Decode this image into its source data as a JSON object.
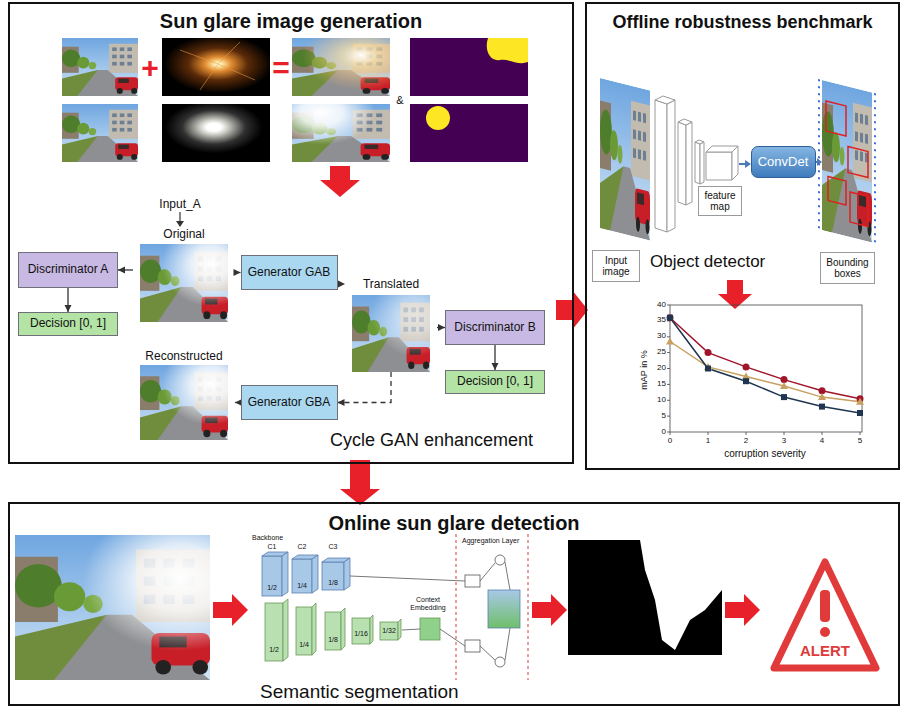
{
  "diagram": {
    "nodes": [
      {
        "text": [
          "Sun glare image generation",
          "Cycle GAN enhancement"
        ]
      },
      {
        "text": [
          "Discriminator A"
        ],
        "in": 0
      },
      {
        "text": [
          "Decision [0, 1]"
        ],
        "in": 0
      },
      {
        "text": [
          "Original"
        ],
        "in": 0
      },
      {
        "text": [
          "Generator GAB"
        ],
        "in": 0
      },
      {
        "text": [
          "Translated"
        ],
        "in": 0
      },
      {
        "text": [
          "Discriminator B"
        ],
        "in": 0
      },
      {
        "text": [
          "Decision [0, 1]"
        ],
        "in": 0
      },
      {
        "text": [
          "Reconstructed"
        ],
        "in": 0
      },
      {
        "text": [
          "Generator GBA"
        ],
        "in": 0
      },
      {
        "text": [
          "Offline robustness benchmark"
        ]
      },
      {
        "text": [
          "feature map"
        ],
        "in": 10
      },
      {
        "text": [
          "ConvDet"
        ],
        "in": 10
      },
      {
        "text": [
          "Input image"
        ],
        "in": 10
      },
      {
        "text": [
          "Bounding boxes"
        ],
        "in": 10
      },
      {
        "text": [
          "Online sun glare detection"
        ]
      }
    ],
    "edges": [
      {
        "from": 3,
        "to": 1,
        "arrow": "to"
      },
      {
        "from": 1,
        "to": 2,
        "arrow": "to"
      },
      {
        "from": 3,
        "to": 4,
        "arrow": "to"
      },
      {
        "from": 4,
        "to": 5,
        "arrow": "to"
      },
      {
        "from": 5,
        "to": 6,
        "arrow": "to"
      },
      {
        "from": 6,
        "to": 7,
        "arrow": "to"
      },
      {
        "from": 5,
        "to": 9,
        "arrow": "to"
      },
      {
        "from": 9,
        "to": 8,
        "arrow": "to"
      },
      {
        "from": 0,
        "to": 10,
        "arrow": "to"
      },
      {
        "from": 0,
        "to": 15,
        "arrow": "to"
      }
    ],
    "labels": [
      "+",
      "=",
      "&",
      "Input_A",
      "Object detector",
      "mAP in %",
      "0",
      "5",
      "10",
      "15",
      "20",
      "25",
      "30",
      "35",
      "40",
      "0",
      "1",
      "2",
      "3",
      "4",
      "5",
      "corruption severity",
      "Backbone",
      "C1",
      "C2",
      "C3",
      "1/2",
      "1/4",
      "1/8",
      "1/2",
      "1/4",
      "1/8",
      "1/16",
      "1/32",
      "Context Embedding",
      "Aggregation Layer",
      "Semantic segmentation",
      "ALERT"
    ]
  }
}
